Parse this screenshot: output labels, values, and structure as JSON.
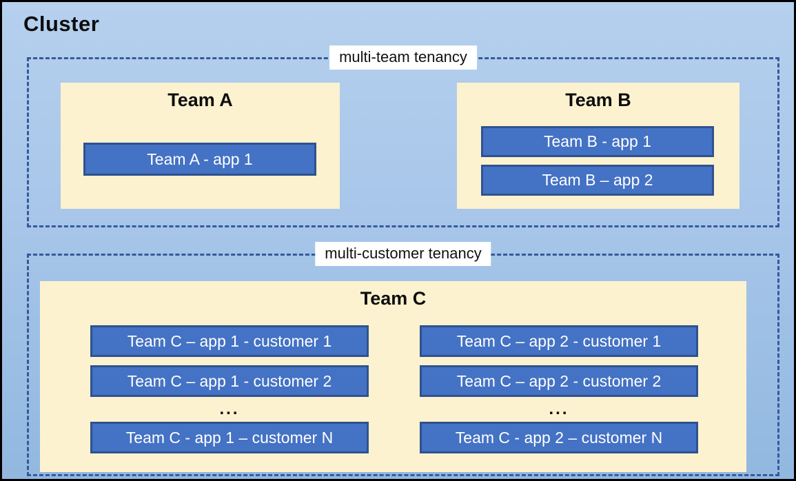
{
  "cluster": {
    "title": "Cluster"
  },
  "multi_team": {
    "label": "multi-team tenancy",
    "team_a": {
      "title": "Team A",
      "apps": [
        "Team A - app 1"
      ]
    },
    "team_b": {
      "title": "Team B",
      "apps": [
        "Team B - app 1",
        "Team B – app 2"
      ]
    }
  },
  "multi_customer": {
    "label": "multi-customer tenancy",
    "team_c": {
      "title": "Team C",
      "columns": [
        {
          "apps": [
            "Team C – app 1 - customer 1",
            "Team C – app 1 - customer 2"
          ],
          "ellipsis": "...",
          "last_app": "Team C - app 1 – customer N"
        },
        {
          "apps": [
            "Team C – app 2 - customer 1",
            "Team C – app 2 - customer 2"
          ],
          "ellipsis": "...",
          "last_app": "Team C - app 2 – customer N"
        }
      ]
    }
  },
  "colors": {
    "background_top": "#b6d0ee",
    "background_bottom": "#92b8e0",
    "panel_fill": "#fdf2cf",
    "app_fill": "#4472c4",
    "app_border": "#2f528f",
    "dashed_border": "#35599b",
    "outer_border": "#000000",
    "label_background": "#ffffff",
    "title_text": "#0d0d0d",
    "app_text": "#ffffff"
  }
}
